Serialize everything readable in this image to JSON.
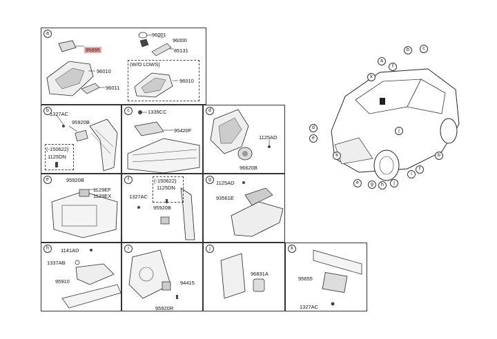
{
  "sections": {
    "a": {
      "letter": "a",
      "parts": {
        "p95895": "95895",
        "p96010": "96010",
        "p96011": "96011",
        "p96001": "96001",
        "p96000": "96000",
        "p85131": "85131",
        "wo_ldws": "(W/O LDWS)",
        "p96010b": "96010"
      }
    },
    "b": {
      "letter": "b",
      "parts": {
        "p1327ac": "1327AC",
        "p95920b": "95920B",
        "date": "(-150622)",
        "p1125dn": "1125DN"
      }
    },
    "c": {
      "letter": "c",
      "parts": {
        "p1339cc": "1339CC",
        "p95420f": "95420F"
      }
    },
    "d": {
      "letter": "d",
      "parts": {
        "p1125ad": "1125AD",
        "p96620b": "96620B"
      }
    },
    "e": {
      "letter": "e",
      "parts": {
        "p95920b": "95920B",
        "p1129ef": "1129EF",
        "p1129ex": "1129EX"
      }
    },
    "f": {
      "letter": "f",
      "parts": {
        "date": "(-150622)",
        "p1125dn": "1125DN",
        "p1327ac": "1327AC",
        "p95920b": "95920B"
      }
    },
    "g": {
      "letter": "g",
      "parts": {
        "p1125ad": "1125AD",
        "p93561e": "93561E"
      }
    },
    "h": {
      "letter": "h",
      "parts": {
        "p1141ad": "1141AD",
        "p1337ab": "1337AB",
        "p95910": "95910"
      }
    },
    "i": {
      "letter": "i",
      "parts": {
        "p94415": "94415",
        "p95920r": "95920R"
      }
    },
    "j": {
      "letter": "j",
      "parts": {
        "p96831a": "96831A"
      }
    },
    "k": {
      "letter": "k",
      "parts": {
        "p95655": "95655",
        "p1327ac": "1327AC"
      }
    }
  },
  "car_callouts": {
    "a": "a",
    "b": "b",
    "c": "c",
    "d": "d",
    "e": "e",
    "f": "f",
    "g": "g",
    "h": "h",
    "i": "i",
    "j": "j",
    "k": "k",
    "b2": "b",
    "f2": "f",
    "j2": "j",
    "k2": "k",
    "e2": "e"
  }
}
